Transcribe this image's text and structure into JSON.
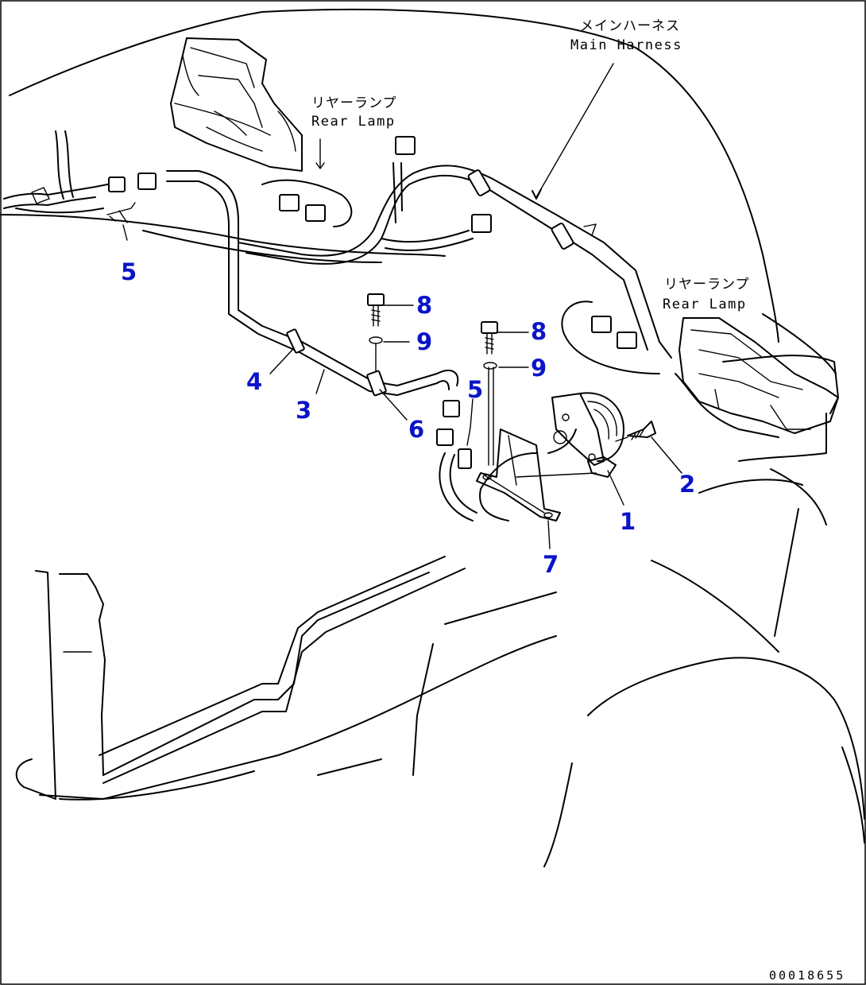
{
  "labels": {
    "main_harness_jp": "メインハーネス",
    "main_harness_en": "Main Harness",
    "rear_lamp_left_jp": "リヤーランプ",
    "rear_lamp_left_en": "Rear Lamp",
    "rear_lamp_right_jp": "リヤーランプ",
    "rear_lamp_right_en": "Rear Lamp"
  },
  "callouts": {
    "c1": "1",
    "c2": "2",
    "c3": "3",
    "c4": "4",
    "c5_left": "5",
    "c5_center": "5",
    "c6": "6",
    "c7": "7",
    "c8_left": "8",
    "c8_right": "8",
    "c9_left": "9",
    "c9_right": "9"
  },
  "drawing_code": "00018655",
  "colors": {
    "callout": "#0a14c8",
    "line": "#000000",
    "background": "#ffffff"
  }
}
